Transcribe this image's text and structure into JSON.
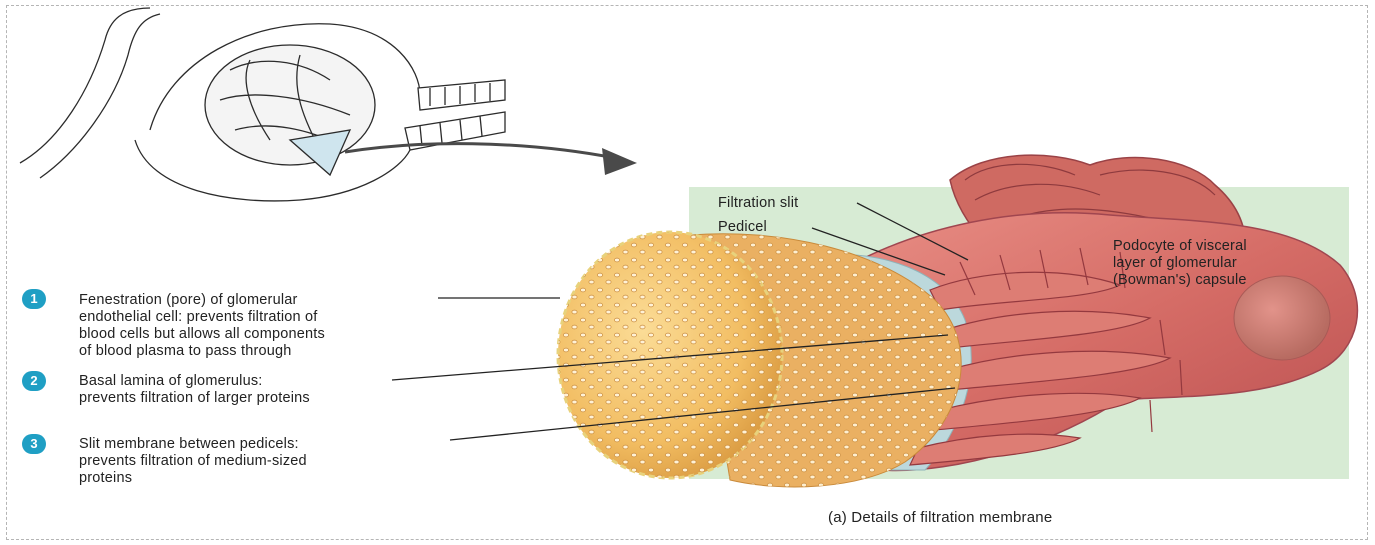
{
  "labels": {
    "l1": {
      "num": "1",
      "text": "Fenestration (pore) of glomerular\nendothelial cell: prevents filtration of\nblood cells but allows all components\nof blood plasma to pass through"
    },
    "l2": {
      "num": "2",
      "text": "Basal lamina of glomerulus:\nprevents filtration of larger proteins"
    },
    "l3": {
      "num": "3",
      "text": "Slit membrane between pedicels:\nprevents filtration of medium-sized\nproteins"
    },
    "filtration_slit": "Filtration slit",
    "pedicel": "Pedicel",
    "podocyte": "Podocyte of visceral\nlayer of glomerular\n(Bowman's) capsule"
  },
  "caption": "(a) Details of filtration membrane",
  "colors": {
    "badge": "#1f9fc4",
    "background_panel": "#d7ebd4",
    "endothelium": "#f2bd62",
    "podocyte": "#d06060",
    "basal_lamina": "#bcd8dc"
  }
}
